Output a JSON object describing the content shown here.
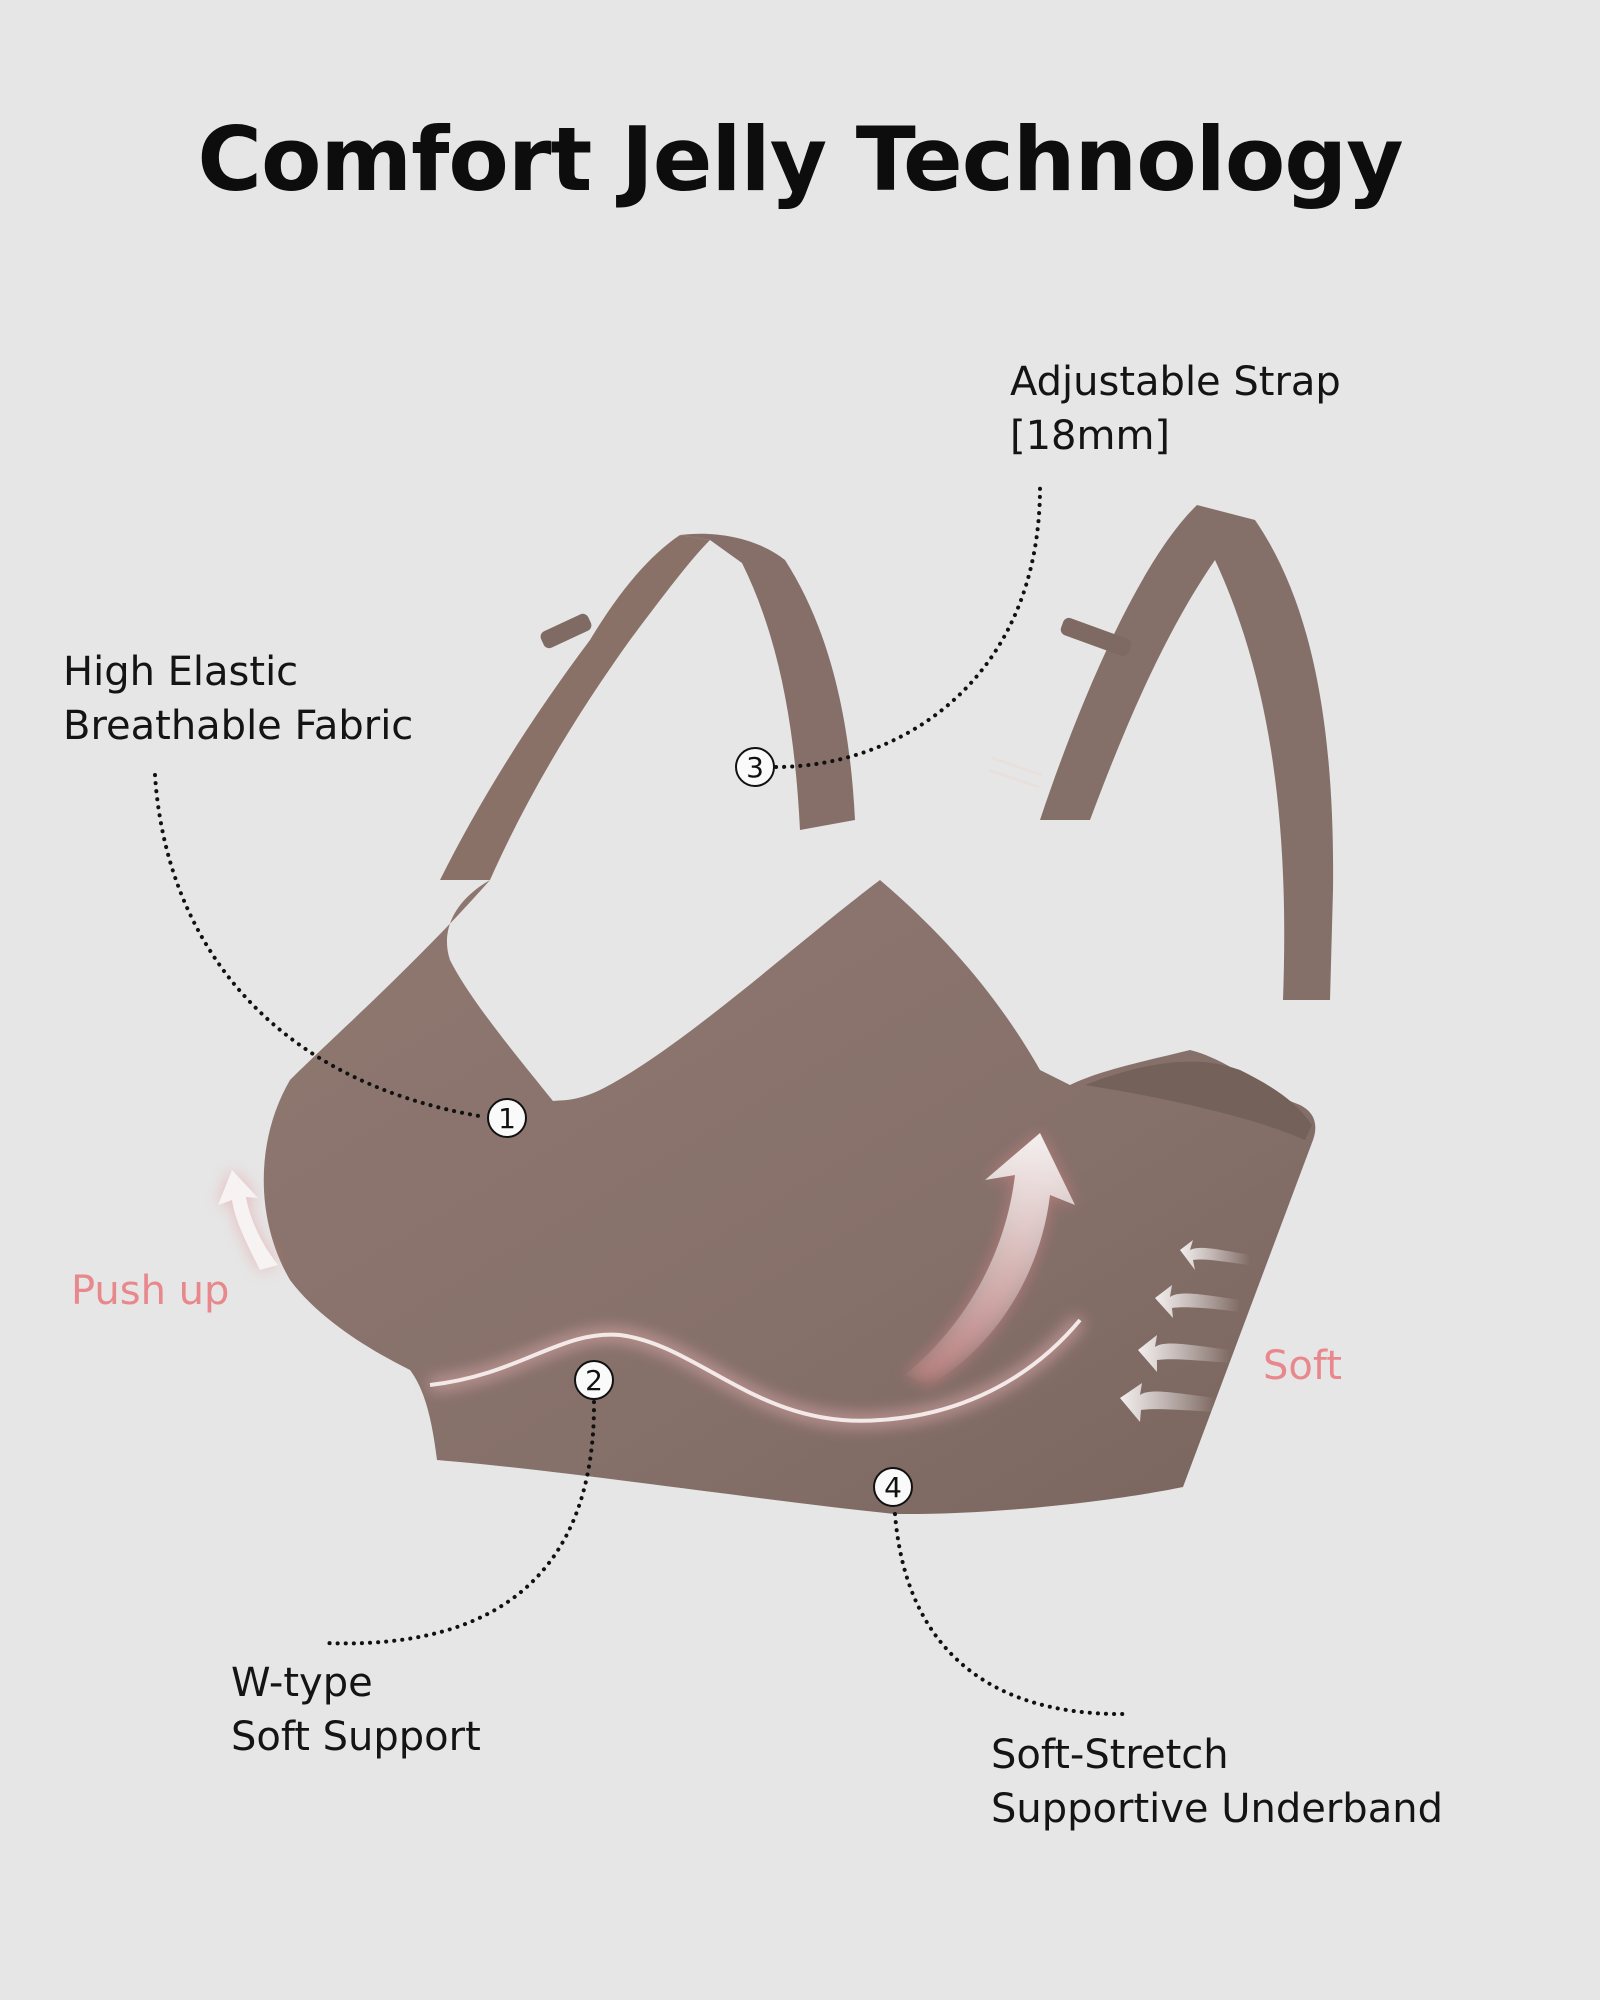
{
  "title": "Comfort Jelly Technology",
  "colors": {
    "background": "#e6e6e6",
    "garment": "#8a7168",
    "garment_shadow": "#74615a",
    "accent_pink": "#e8878c",
    "text": "#141414"
  },
  "callouts": [
    {
      "number": "1",
      "lines": [
        "High Elastic",
        "Breathable Fabric"
      ]
    },
    {
      "number": "2",
      "lines": [
        "W-type",
        "Soft Support"
      ]
    },
    {
      "number": "3",
      "lines": [
        "Adjustable Strap",
        "[18mm]"
      ]
    },
    {
      "number": "4",
      "lines": [
        "Soft-Stretch",
        "Supportive Underband"
      ]
    }
  ],
  "annotations": {
    "push_up": "Push up",
    "soft": "Soft"
  },
  "icons": {
    "push_up_arrow": "curved-up-arrow-icon",
    "lift_arrow": "curved-up-arrow-icon",
    "soft_arrows": "left-arrows-icon"
  }
}
